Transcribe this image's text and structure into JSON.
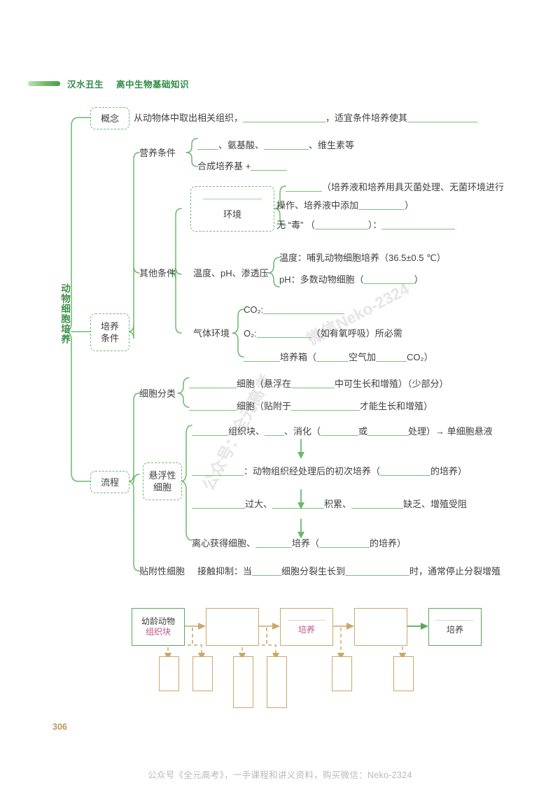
{
  "header": {
    "brand": "汉水丑生",
    "subject": "高中生物基础知识"
  },
  "root_title": "动物细胞培养",
  "nodes": {
    "concept": "概念",
    "culture_conditions": "培养\n条件",
    "culture_conditions_l1": "培养",
    "culture_conditions_l2": "条件",
    "process": "流程",
    "nutrition": "营养条件",
    "other_conditions": "其他条件",
    "environment_label": "环境",
    "temp_ph_osmo": "温度、pH、渗透压",
    "gas_env": "气体环境",
    "cell_class": "细胞分类",
    "suspension_l1": "悬浮性",
    "suspension_l2": "细胞",
    "adherent": "贴附性细胞"
  },
  "concept_line": {
    "a": "从动物体中取出相关组织，",
    "b": "，适宜条件培养使其"
  },
  "nutrition": {
    "row1_a": "、氨基酸、",
    "row1_b": "、维生素等",
    "row2_a": "合成培养基 +"
  },
  "environment": {
    "row1_a": "（培养液和培养用具灭菌处理、无菌环境进行",
    "row1_b": "操作、培养液中添加",
    "row1_c": "）",
    "row2_a": "无 “毒” （",
    "row2_b": "）："
  },
  "temp_ph": {
    "row1": "温度：哺乳动物细胞培养（36.5±0.5 ℃）",
    "row2_a": "pH：多数动物细胞（",
    "row2_b": "）"
  },
  "gas": {
    "row1": "CO₂:",
    "row2_a": "O₂:",
    "row2_b": "（如有氧呼吸）所必需",
    "row3_a": "培养箱（",
    "row3_b": "空气加",
    "row3_c": "CO₂）"
  },
  "cell_class": {
    "row1_a": "细胞（悬浮在",
    "row1_b": "中可生长和增殖）（少部分）",
    "row2_a": "细胞（贴附于",
    "row2_b": "才能生长和增殖）"
  },
  "suspension": {
    "row1_a": "组织块、",
    "row1_b": "、消化（",
    "row1_c": "或",
    "row1_d": "处理）→ 单细胞悬液",
    "row2_a": "：动物组织经处理后的初次培养（",
    "row2_b": "的培养）",
    "row3_a": "过大、",
    "row3_b": "积累、",
    "row3_c": "缺乏、增殖受阻",
    "row4_a": "离心获得细胞、",
    "row4_b": "培养（",
    "row4_c": "的培养）"
  },
  "adherent": {
    "a": "接触抑制：当",
    "b": "细胞分裂生长到",
    "c": "时，通常停止分裂增殖"
  },
  "flow": {
    "boxes": [
      {
        "line1": "幼龄动物",
        "line2": "组织块",
        "style": "green",
        "has_blank": false
      },
      {
        "line1": "",
        "line2": "",
        "style": "tan",
        "has_blank": false
      },
      {
        "line1": "",
        "line2": "培养",
        "style": "tan",
        "has_blank": true
      },
      {
        "line1": "",
        "line2": "",
        "style": "tan",
        "has_blank": false
      },
      {
        "line1": "",
        "line2": "培养",
        "style": "green",
        "has_blank": true
      }
    ],
    "answer_boxes": 6
  },
  "page_number": "306",
  "footer": "公众号《全元高考》，一手课程和讲义资料，购买微信：Neko-2324",
  "watermarks": [
    "微信Neko-2324",
    "公众号：全元高考"
  ],
  "colors": {
    "green": "#5aa85a",
    "line_green": "#7cbf7c",
    "tan": "#c9a86a",
    "pink": "#c2548a",
    "page_num": "#b8995c"
  }
}
